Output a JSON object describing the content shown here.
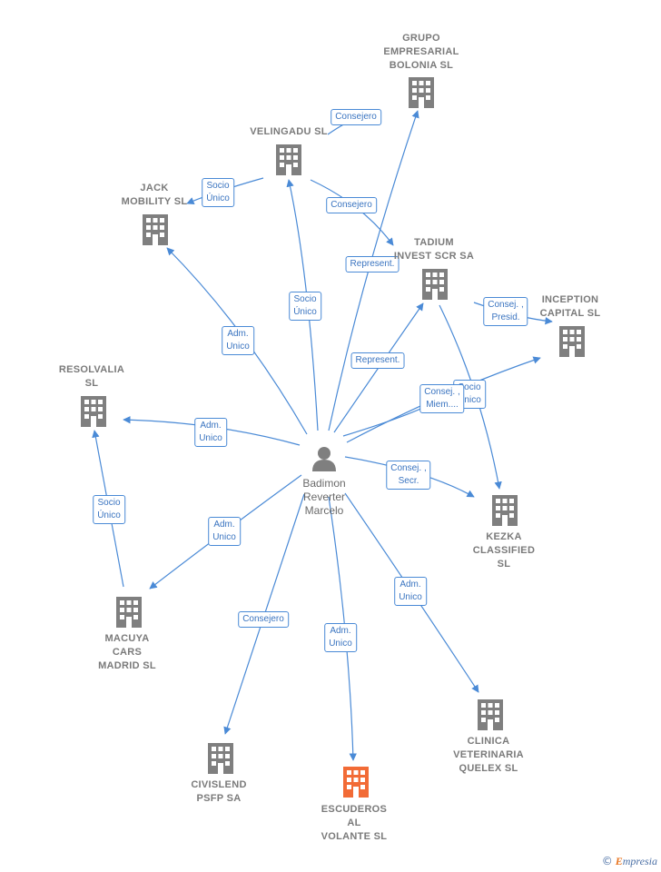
{
  "colors": {
    "edge": "#4a8ad6",
    "building": "#7f7f7f",
    "highlight": "#f26b36",
    "person": "#7f7f7f"
  },
  "center": {
    "label": "Badimon\nReverter\nMarcelo",
    "icon": "person-icon"
  },
  "nodes": [
    {
      "id": "grupo",
      "label": "GRUPO\nEMPRESARIAL\nBOLONIA  SL",
      "icon": "building-icon"
    },
    {
      "id": "velingadu",
      "label": "VELINGADU  SL",
      "icon": "building-icon"
    },
    {
      "id": "jack",
      "label": "JACK\nMOBILITY  SL",
      "icon": "building-icon"
    },
    {
      "id": "tadium",
      "label": "TADIUM\nINVEST SCR SA",
      "icon": "building-icon"
    },
    {
      "id": "inception",
      "label": "INCEPTION\nCAPITAL  SL",
      "icon": "building-icon"
    },
    {
      "id": "resolvalia",
      "label": "RESOLVALIA\nSL",
      "icon": "building-icon"
    },
    {
      "id": "kezka",
      "label": "KEZKA\nCLASSIFIED\nSL",
      "icon": "building-icon"
    },
    {
      "id": "macuya",
      "label": "MACUYA\nCARS\nMADRID  SL",
      "icon": "building-icon"
    },
    {
      "id": "civislend",
      "label": "CIVISLEND\nPSFP SA",
      "icon": "building-icon"
    },
    {
      "id": "escuderos",
      "label": "ESCUDEROS\nAL\nVOLANTE  SL",
      "icon": "building-icon",
      "highlight": true
    },
    {
      "id": "clinica",
      "label": "CLINICA\nVETERINARIA\nQUELEX SL",
      "icon": "building-icon"
    }
  ],
  "edges": [
    {
      "from": "velingadu",
      "to": "grupo",
      "label": "Consejero"
    },
    {
      "from": "velingadu",
      "to": "jack",
      "label": "Socio\nÚnico"
    },
    {
      "from": "velingadu",
      "to": "tadium",
      "label": "Consejero"
    },
    {
      "from": "center",
      "to": "grupo",
      "label": "Represent."
    },
    {
      "from": "center",
      "to": "velingadu",
      "label": "Socio\nÚnico"
    },
    {
      "from": "center",
      "to": "jack",
      "label": "Adm.\nUnico"
    },
    {
      "from": "center",
      "to": "tadium",
      "label": "Represent."
    },
    {
      "from": "tadium",
      "to": "inception",
      "label": "Consej. ,\nPresid."
    },
    {
      "from": "center",
      "to": "inception",
      "label": "Socio\nÚnico"
    },
    {
      "from": "center",
      "to": "kezka",
      "label": "Consej. ,\nMiem...."
    },
    {
      "from": "tadium",
      "to": "kezka",
      "label": ""
    },
    {
      "from": "center",
      "to": "resolvalia",
      "label": "Adm.\nUnico"
    },
    {
      "from": "center",
      "to": "kezka",
      "label": "Consej. ,\nSecr."
    },
    {
      "from": "macuya",
      "to": "resolvalia",
      "label": "Socio\nÚnico"
    },
    {
      "from": "center",
      "to": "macuya",
      "label": "Adm.\nUnico"
    },
    {
      "from": "center",
      "to": "civislend",
      "label": "Consejero"
    },
    {
      "from": "center",
      "to": "escuderos",
      "label": "Adm.\nUnico"
    },
    {
      "from": "center",
      "to": "clinica",
      "label": "Adm.\nUnico"
    }
  ],
  "footer": {
    "copyright": "©",
    "brand_first": "E",
    "brand_rest": "mpresia"
  }
}
